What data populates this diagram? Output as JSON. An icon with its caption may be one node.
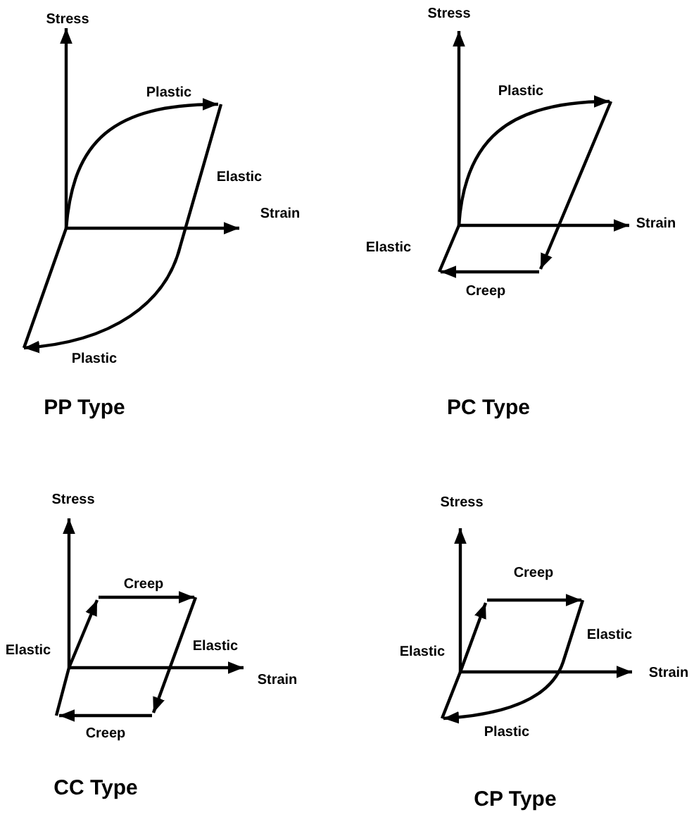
{
  "diagram": {
    "labels": [
      "Stress",
      "Plastic",
      "Elastic",
      "Strain",
      "Plastic",
      "PP Type",
      "Stress",
      "Plastic",
      "Strain",
      "Elastic",
      "Creep",
      "PC Type",
      "Stress",
      "Creep",
      "Elastic",
      "Elastic",
      "Strain",
      "Creep",
      "CC Type",
      "Stress",
      "Creep",
      "Elastic",
      "Elastic",
      "Strain",
      "Plastic",
      "CP Type"
    ]
  }
}
